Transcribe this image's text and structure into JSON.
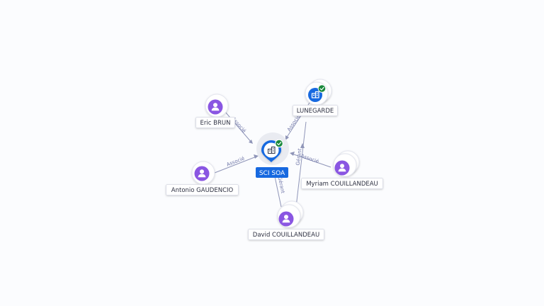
{
  "graph": {
    "center": {
      "label": "SCI SOA",
      "icon": "building-icon",
      "badge": "verified-check-icon",
      "accent_color": "#1769e0"
    },
    "nodes": [
      {
        "id": "eric",
        "label": "Eric BRUN",
        "icon": "person-icon",
        "color": "#8a56e2"
      },
      {
        "id": "antonio",
        "label": "Antonio GAUDENCIO",
        "icon": "person-icon",
        "color": "#8a56e2"
      },
      {
        "id": "lunegarde",
        "label": "LUNEGARDE",
        "icon": "building-icon",
        "color": "#1769e0",
        "badge": "verified-check-icon"
      },
      {
        "id": "myriam",
        "label": "Myriam COUILLANDEAU",
        "icon": "person-icon",
        "color": "#8a56e2"
      },
      {
        "id": "david",
        "label": "David COUILLANDEAU",
        "icon": "person-icon",
        "color": "#8a56e2"
      }
    ],
    "edges": [
      {
        "from": "eric",
        "to": "center",
        "label": "Associé"
      },
      {
        "from": "antonio",
        "to": "center",
        "label": "Associé"
      },
      {
        "from": "lunegarde",
        "to": "center",
        "label": "Associé"
      },
      {
        "from": "myriam",
        "to": "center",
        "label": "Associé"
      },
      {
        "from": "david",
        "to": "center",
        "label": "Gérant"
      },
      {
        "from": "david",
        "to": "lunegarde",
        "label": "Gérant"
      }
    ]
  }
}
